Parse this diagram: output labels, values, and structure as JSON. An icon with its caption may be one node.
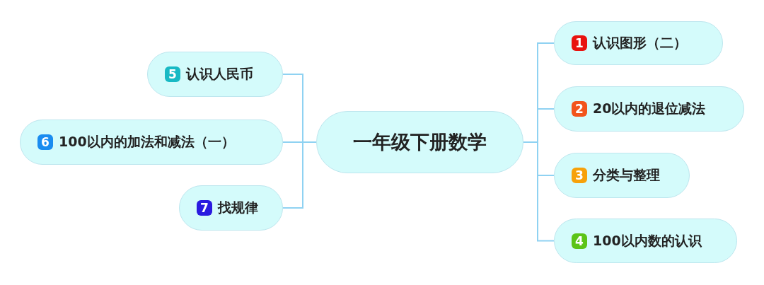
{
  "diagram": {
    "nodes": [
      {
        "text": [
          "一年级下册数学"
        ]
      },
      {
        "text": [
          "1",
          "认识图形（二）"
        ]
      },
      {
        "text": [
          "2",
          "20以内的退位减法"
        ]
      },
      {
        "text": [
          "3",
          "分类与整理"
        ]
      },
      {
        "text": [
          "4",
          "100以内数的认识"
        ]
      },
      {
        "text": [
          "5",
          "认识人民币"
        ]
      },
      {
        "text": [
          "6",
          "100以内的加法和减法（一）"
        ]
      },
      {
        "text": [
          "7",
          "找规律"
        ]
      }
    ],
    "edges": [
      {
        "from": 0,
        "to": 1,
        "arrow": "none"
      },
      {
        "from": 0,
        "to": 2,
        "arrow": "none"
      },
      {
        "from": 0,
        "to": 3,
        "arrow": "none"
      },
      {
        "from": 0,
        "to": 4,
        "arrow": "none"
      },
      {
        "from": 0,
        "to": 5,
        "arrow": "none"
      },
      {
        "from": 0,
        "to": 6,
        "arrow": "none"
      },
      {
        "from": 0,
        "to": 7,
        "arrow": "none"
      }
    ]
  }
}
